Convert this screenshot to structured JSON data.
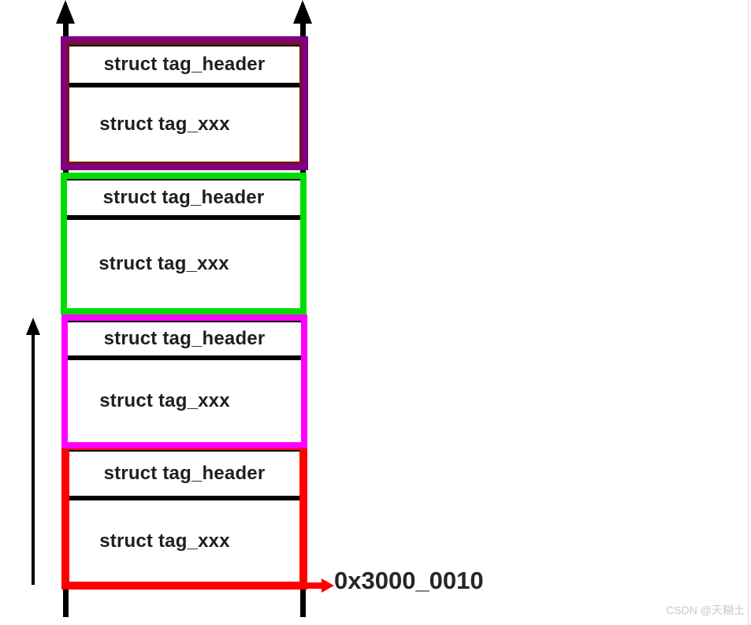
{
  "blocks": [
    {
      "name": "tag-block-top",
      "header_label": "struct tag_header",
      "body_label": "struct tag_xxx",
      "border_color": "#800080",
      "accent_color": "#7a1414"
    },
    {
      "name": "tag-block-second",
      "header_label": "struct tag_header",
      "body_label": "struct tag_xxx",
      "border_color": "#00dd00"
    },
    {
      "name": "tag-block-third",
      "header_label": "struct tag_header",
      "body_label": "struct tag_xxx",
      "border_color": "#ff00ff"
    },
    {
      "name": "tag-block-bottom",
      "header_label": "struct tag_header",
      "body_label": "struct tag_xxx",
      "border_color": "#ff0000"
    }
  ],
  "address": {
    "label": "0x3000_0010",
    "arrow_color": "#ff0000"
  },
  "watermark": {
    "label": "CSDN @天糊土",
    "color": "#c9c9c9"
  },
  "colors": {
    "rail": "#000000",
    "text": "#1f1f1f",
    "background": "#ffffff"
  }
}
